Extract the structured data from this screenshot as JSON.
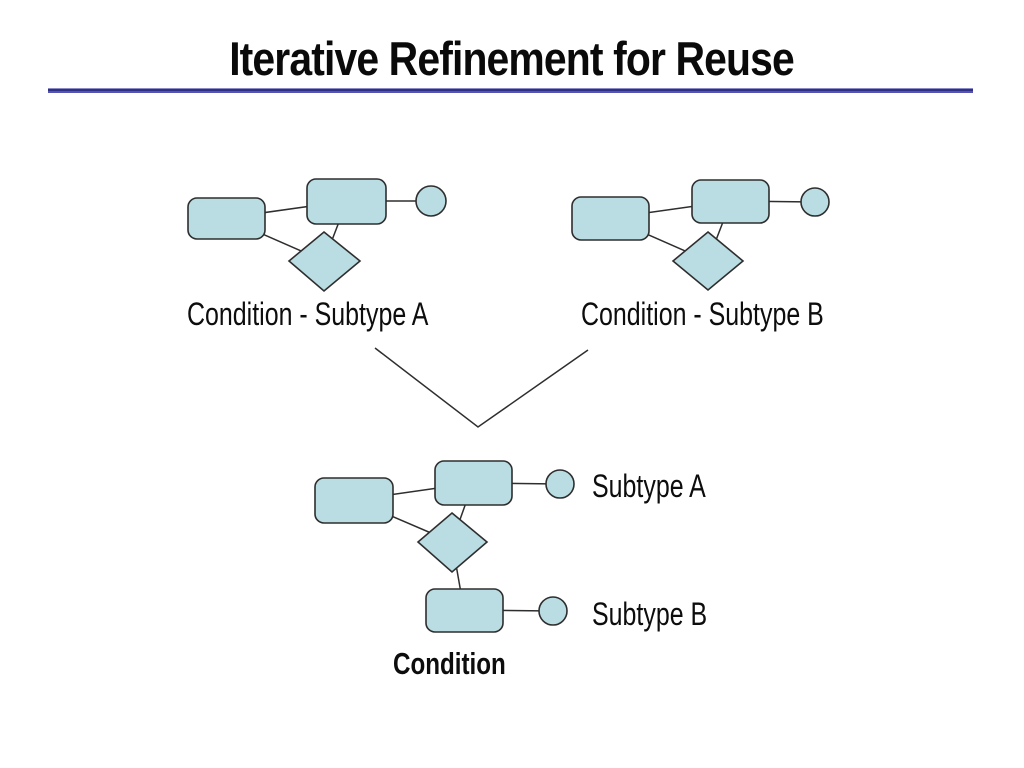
{
  "title": "Iterative Refinement for Reuse",
  "colors": {
    "accent_rule": "#3b3b9c",
    "shape_fill": "#b9dde2",
    "shape_stroke": "#2e2e2e"
  },
  "diagrams": {
    "top_left": {
      "label": "Condition - Subtype A"
    },
    "top_right": {
      "label": "Condition - Subtype B"
    },
    "merged": {
      "label": "Condition",
      "subtype_a_label": "Subtype A",
      "subtype_b_label": "Subtype B"
    }
  }
}
